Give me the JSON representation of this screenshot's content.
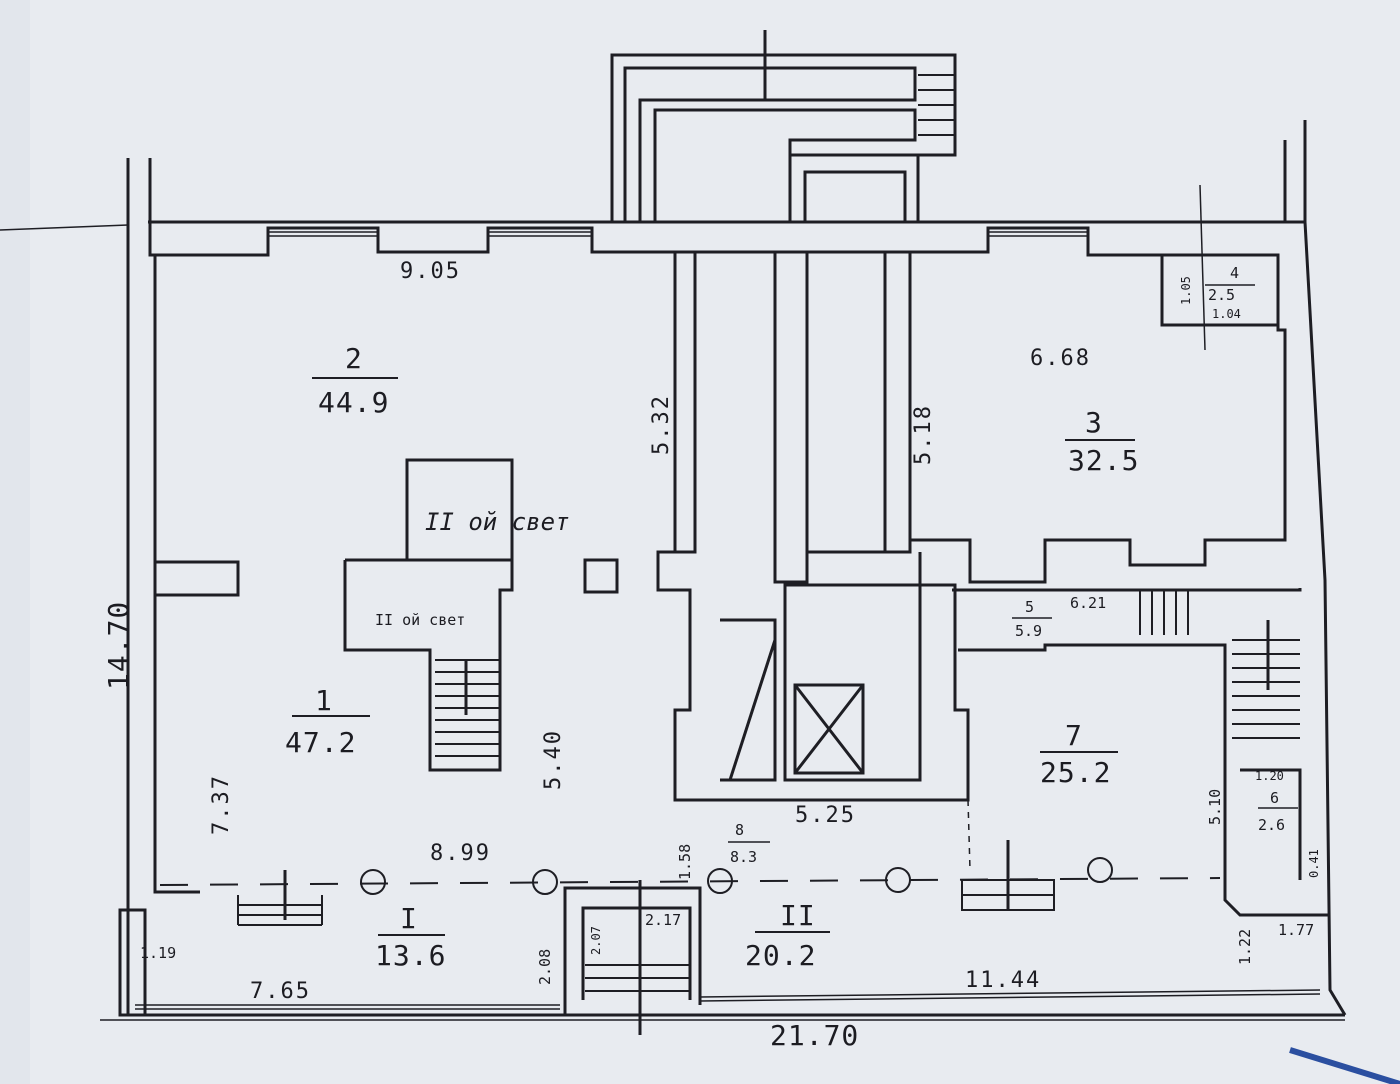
{
  "plan": {
    "overall_height": "14.70",
    "overall_width": "21.70",
    "rooms": [
      {
        "id": "2",
        "area": "44.9"
      },
      {
        "id": "3",
        "area": "32.5"
      },
      {
        "id": "4",
        "area": "2.5"
      },
      {
        "id": "1",
        "area": "47.2"
      },
      {
        "id": "5",
        "area": "5.9"
      },
      {
        "id": "7",
        "area": "25.2"
      },
      {
        "id": "6",
        "area": "2.6"
      },
      {
        "id": "8",
        "area": "8.3"
      },
      {
        "id": "I",
        "area": "13.6"
      },
      {
        "id": "II",
        "area": "20.2"
      }
    ],
    "second_light_labels": [
      "II ой свет",
      "II ой свет"
    ],
    "dimensions": [
      "9.05",
      "6.68",
      "5.32",
      "5.18",
      "1.05",
      "1.04",
      "6.21",
      "5.40",
      "7.37",
      "8.99",
      "5.25",
      "1.58",
      "5.10",
      "1.20",
      "2.08",
      "2.07",
      "2.17",
      "1.19",
      "7.65",
      "11.44",
      "1.22",
      "1.77",
      "0.41"
    ]
  }
}
